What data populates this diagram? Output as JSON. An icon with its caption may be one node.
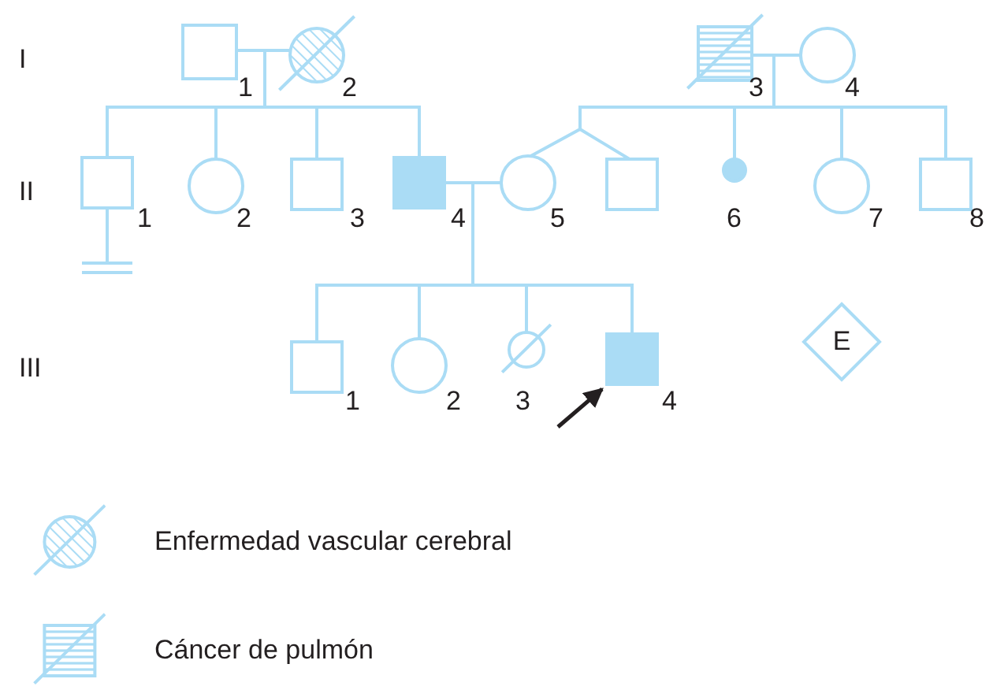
{
  "diagram": {
    "nodes": [
      {
        "text": [],
        "shape": "box",
        "beside": [
          "1"
        ]
      },
      {
        "text": [],
        "shape": "circle",
        "beside": [
          "2"
        ]
      },
      {
        "text": [],
        "shape": "box",
        "beside": [
          "3"
        ]
      },
      {
        "text": [],
        "shape": "circle",
        "beside": [
          "4"
        ]
      },
      {
        "text": [],
        "shape": "box",
        "beside": [
          "1"
        ]
      },
      {
        "text": [],
        "shape": "circle",
        "beside": [
          "2"
        ]
      },
      {
        "text": [],
        "shape": "box",
        "beside": [
          "3"
        ]
      },
      {
        "text": [],
        "shape": "box",
        "beside": [
          "4"
        ]
      },
      {
        "text": [],
        "shape": "circle",
        "beside": [
          "5"
        ]
      },
      {
        "text": [],
        "shape": "box"
      },
      {
        "text": [],
        "shape": "circle",
        "beside": [
          "6"
        ]
      },
      {
        "text": [],
        "shape": "circle",
        "beside": [
          "7"
        ]
      },
      {
        "text": [],
        "shape": "box",
        "beside": [
          "8"
        ]
      },
      {
        "text": [],
        "shape": "box",
        "beside": [
          "1"
        ]
      },
      {
        "text": [],
        "shape": "circle",
        "beside": [
          "2"
        ]
      },
      {
        "text": [],
        "shape": "circle",
        "beside": [
          "3"
        ]
      },
      {
        "text": [],
        "shape": "box",
        "beside": [
          "4"
        ]
      },
      {
        "text": [
          "E"
        ]
      },
      {
        "text": [],
        "shape": "bar"
      }
    ],
    "edges": [
      {
        "from": 0,
        "to": 1,
        "arrow": "none"
      },
      {
        "from": 0,
        "to": 4,
        "arrow": "none"
      },
      {
        "from": 1,
        "to": 4,
        "arrow": "none"
      },
      {
        "from": 0,
        "to": 5,
        "arrow": "none"
      },
      {
        "from": 1,
        "to": 5,
        "arrow": "none"
      },
      {
        "from": 0,
        "to": 6,
        "arrow": "none"
      },
      {
        "from": 1,
        "to": 6,
        "arrow": "none"
      },
      {
        "from": 0,
        "to": 7,
        "arrow": "none"
      },
      {
        "from": 1,
        "to": 7,
        "arrow": "none"
      },
      {
        "from": 2,
        "to": 3,
        "arrow": "none"
      },
      {
        "from": 2,
        "to": 8,
        "arrow": "none"
      },
      {
        "from": 3,
        "to": 8,
        "arrow": "none"
      },
      {
        "from": 2,
        "to": 9,
        "arrow": "none"
      },
      {
        "from": 3,
        "to": 9,
        "arrow": "none"
      },
      {
        "from": 2,
        "to": 10,
        "arrow": "none"
      },
      {
        "from": 3,
        "to": 10,
        "arrow": "none"
      },
      {
        "from": 2,
        "to": 11,
        "arrow": "none"
      },
      {
        "from": 3,
        "to": 11,
        "arrow": "none"
      },
      {
        "from": 2,
        "to": 12,
        "arrow": "none"
      },
      {
        "from": 3,
        "to": 12,
        "arrow": "none"
      },
      {
        "from": 7,
        "to": 8,
        "arrow": "none"
      },
      {
        "from": 7,
        "to": 13,
        "arrow": "none"
      },
      {
        "from": 8,
        "to": 13,
        "arrow": "none"
      },
      {
        "from": 7,
        "to": 14,
        "arrow": "none"
      },
      {
        "from": 8,
        "to": 14,
        "arrow": "none"
      },
      {
        "from": 7,
        "to": 15,
        "arrow": "none"
      },
      {
        "from": 8,
        "to": 15,
        "arrow": "none"
      },
      {
        "from": 7,
        "to": 16,
        "arrow": "none"
      },
      {
        "from": 8,
        "to": 16,
        "arrow": "none"
      },
      {
        "from": 4,
        "to": 18,
        "arrow": "none"
      },
      {
        "from": null,
        "to": 16,
        "arrow": "to",
        "color": "#231f20"
      }
    ],
    "labels": [
      "I",
      "II",
      "III"
    ],
    "legend": [
      {
        "text": "Enfermedad vascular cerebral"
      },
      {
        "text": "Cáncer de pulmón"
      }
    ]
  }
}
